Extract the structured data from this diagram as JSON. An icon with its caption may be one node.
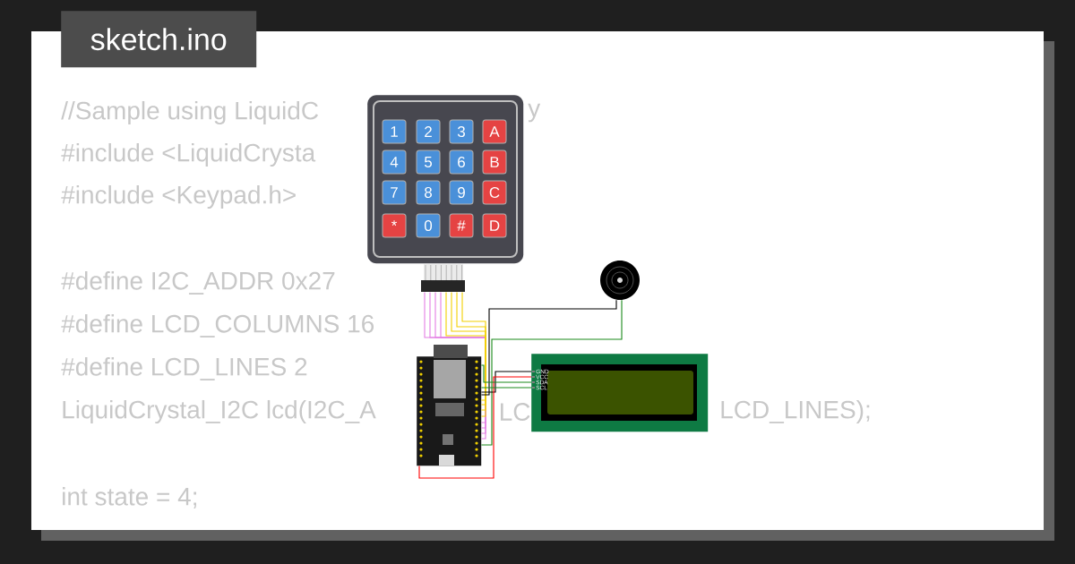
{
  "diagram": {
    "title": "sketch.ino",
    "nodes": [
      {
        "text": [],
        "shape": "picture"
      },
      {
        "text": [
          "1"
        ],
        "in": 0
      },
      {
        "text": [
          "2"
        ],
        "in": 0
      },
      {
        "text": [
          "3"
        ],
        "in": 0
      },
      {
        "text": [
          "A"
        ],
        "in": 0
      },
      {
        "text": [
          "4"
        ],
        "in": 0
      },
      {
        "text": [
          "5"
        ],
        "in": 0
      },
      {
        "text": [
          "6"
        ],
        "in": 0
      },
      {
        "text": [
          "B"
        ],
        "in": 0
      },
      {
        "text": [
          "7"
        ],
        "in": 0
      },
      {
        "text": [
          "8"
        ],
        "in": 0
      },
      {
        "text": [
          "9"
        ],
        "in": 0
      },
      {
        "text": [
          "C"
        ],
        "in": 0
      },
      {
        "text": [
          "*"
        ],
        "in": 0
      },
      {
        "text": [
          "0"
        ],
        "in": 0
      },
      {
        "text": [
          "#"
        ],
        "in": 0
      },
      {
        "text": [
          "D"
        ],
        "in": 0
      },
      {
        "text": [],
        "shape": "picture"
      },
      {
        "text": [],
        "shape": "picture"
      },
      {
        "text": [],
        "shape": "picture"
      }
    ],
    "edges": [
      {
        "from": 0,
        "to": 17,
        "arrow": "none",
        "color": "#e47ee4"
      },
      {
        "from": 0,
        "to": 17,
        "arrow": "none",
        "color": "#e47ee4"
      },
      {
        "from": 0,
        "to": 17,
        "arrow": "none",
        "color": "#e47ee4"
      },
      {
        "from": 0,
        "to": 17,
        "arrow": "none",
        "color": "#e47ee4"
      },
      {
        "from": 0,
        "to": 17,
        "arrow": "none",
        "color": "#f2d000"
      },
      {
        "from": 0,
        "to": 17,
        "arrow": "none",
        "color": "#f2d000"
      },
      {
        "from": 0,
        "to": 17,
        "arrow": "none",
        "color": "#f2d000"
      },
      {
        "from": 0,
        "to": 17,
        "arrow": "none",
        "color": "#f2d000"
      },
      {
        "from": 18,
        "to": 17,
        "arrow": "none",
        "color": "#000000"
      },
      {
        "from": 18,
        "to": 17,
        "arrow": "none",
        "color": "#1a8a1a"
      },
      {
        "from": 19,
        "to": 17,
        "arrow": "none",
        "color": "#000000"
      },
      {
        "from": 19,
        "to": 17,
        "arrow": "none",
        "color": "#ff0000"
      },
      {
        "from": 19,
        "to": 17,
        "arrow": "none",
        "color": "#1a8a1a"
      },
      {
        "from": 19,
        "to": 17,
        "arrow": "none",
        "color": "#1a8a1a"
      }
    ],
    "labels": [
      "//Sample using LiquidC",
      "y",
      "#include <LiquidCrysta",
      "#include <Keypad.h>",
      "#define I2C_ADDR 0x27",
      "#define LCD_COLUMNS 16",
      "#define LCD_LINES 2",
      "GND",
      "VCC",
      "SDA",
      "SCL",
      "LiquidCrystal_I2C lcd(I2C_A",
      "LC",
      "LCD_LINES);",
      "int state = 4;"
    ]
  }
}
